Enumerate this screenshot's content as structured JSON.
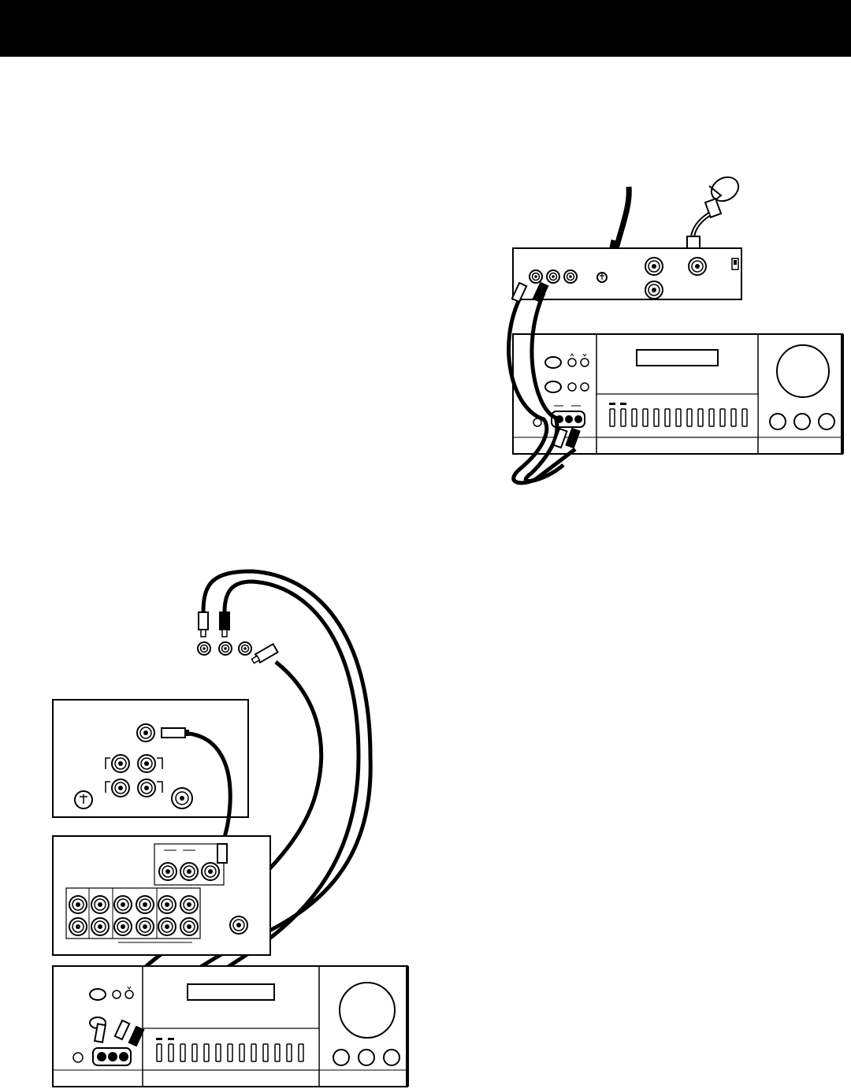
{
  "page": {
    "header_bar_color": "#000000",
    "background_color": "#ffffff"
  },
  "colors": {
    "line": "#000000",
    "fill": "#ffffff",
    "panel_fill": "#f2f2f2",
    "plug_gray": "#9a9a9a"
  },
  "diagrams": [
    {
      "name": "satellite-receiver-to-vcr-hookup",
      "components": [
        "phone-line-cable",
        "satellite-dish-icon",
        "satellite-receiver-back-panel",
        "vcr-front-panel",
        "audio-video-cables"
      ]
    },
    {
      "name": "tv-receiver-vcr-hookup",
      "components": [
        "tv-av-jacks",
        "tv-back-panel",
        "satellite-receiver-back-panel",
        "vcr-front-panel",
        "audio-video-cables"
      ]
    }
  ]
}
